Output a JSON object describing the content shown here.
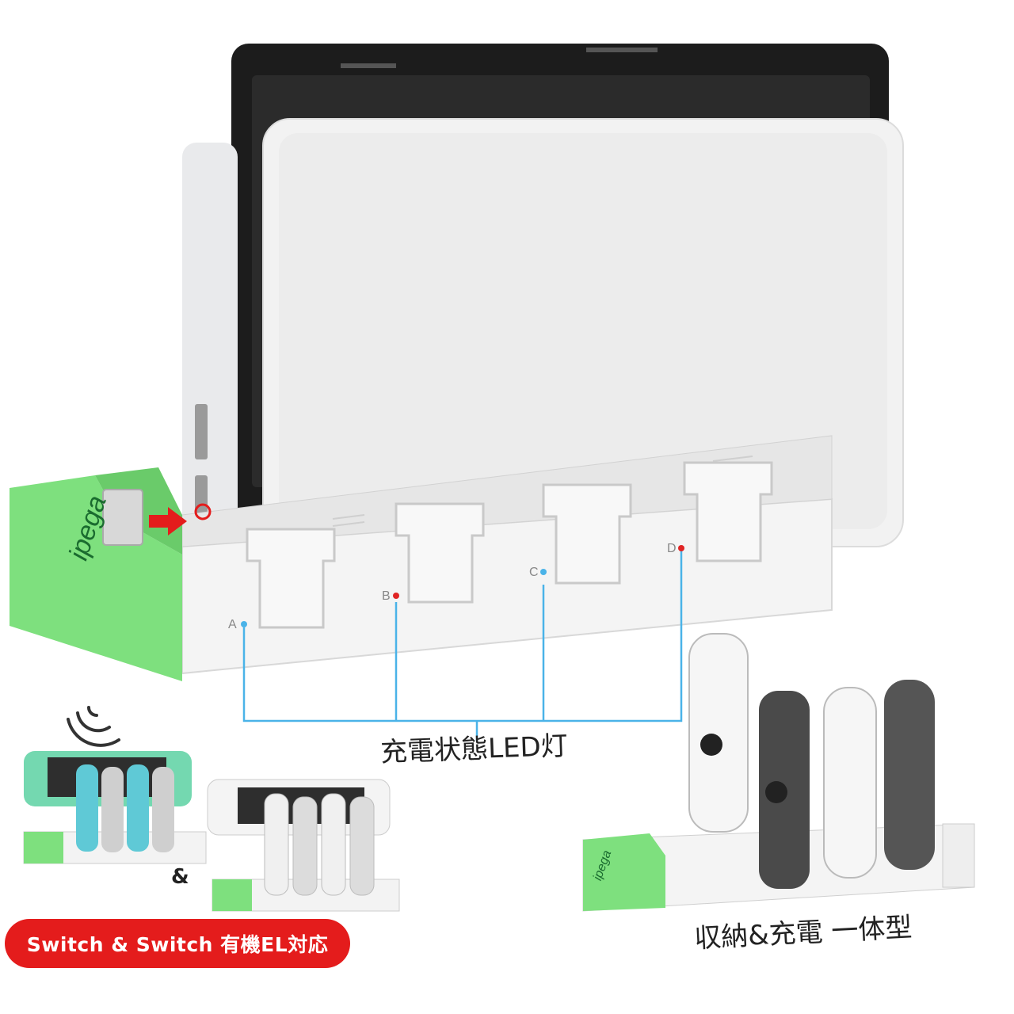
{
  "brand": {
    "logo_text": "ipega"
  },
  "slots": [
    {
      "letter": "A",
      "led_color": "#4ab3e8"
    },
    {
      "letter": "B",
      "led_color": "#e02424"
    },
    {
      "letter": "C",
      "led_color": "#4ab3e8"
    },
    {
      "letter": "D",
      "led_color": "#e02424"
    }
  ],
  "labels": {
    "led_caption": "充電状態LED灯",
    "storage_caption": "収納&充電 一体型",
    "ampersand": "&",
    "compat_badge": "Switch & Switch 有機EL対応"
  },
  "colors": {
    "dock_green": "#7ee07e",
    "accent_red": "#e41c1c",
    "line_blue": "#4ab3e8",
    "screen_black": "#1c1c1c"
  },
  "icons": [
    "wireless-signal-icon",
    "insert-arrow-icon"
  ]
}
